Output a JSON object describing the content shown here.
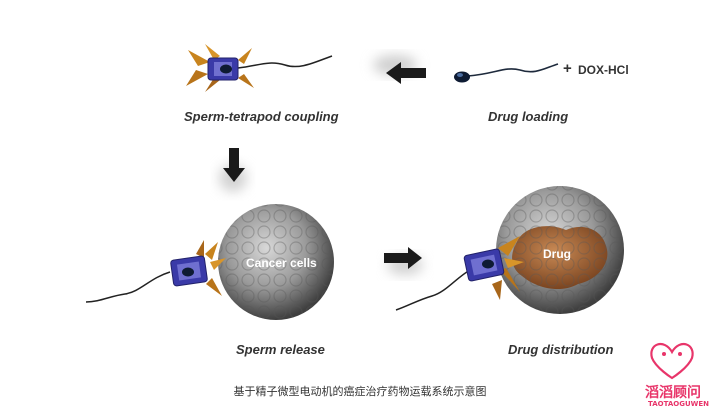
{
  "labels": {
    "drug_loading": "Drug loading",
    "dox_hcl": "DOX-HCl",
    "plus": "+",
    "sperm_tetrapod_coupling": "Sperm-tetrapod coupling",
    "cancer_cells": "Cancer cells",
    "sperm_release": "Sperm release",
    "drug": "Drug",
    "drug_distribution": "Drug distribution"
  },
  "caption": "基于精子微型电动机的癌症治疗药物运载系统示意图",
  "watermark": {
    "name_cn": "滔滔顾问",
    "name_en": "TAOTAOGUWEN"
  },
  "colors": {
    "arrow": "#1a1a1a",
    "tetrapod_blue": "#3a3aa8",
    "petal": "#c8841e",
    "cell_gray": "#8a8a8a",
    "drug_brown": "#9a5a2c",
    "watermark": "#e8356a"
  }
}
